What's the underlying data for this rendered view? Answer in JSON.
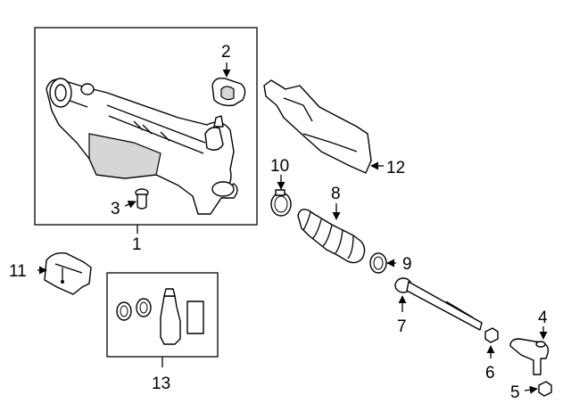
{
  "diagram": {
    "callouts": [
      {
        "id": "c1",
        "text": "1"
      },
      {
        "id": "c2",
        "text": "2"
      },
      {
        "id": "c3",
        "text": "3"
      },
      {
        "id": "c4",
        "text": "4"
      },
      {
        "id": "c5",
        "text": "5"
      },
      {
        "id": "c6",
        "text": "6"
      },
      {
        "id": "c7",
        "text": "7"
      },
      {
        "id": "c8",
        "text": "8"
      },
      {
        "id": "c9",
        "text": "9"
      },
      {
        "id": "c10",
        "text": "10"
      },
      {
        "id": "c11",
        "text": "11"
      },
      {
        "id": "c12",
        "text": "12"
      },
      {
        "id": "c13",
        "text": "13"
      }
    ]
  }
}
